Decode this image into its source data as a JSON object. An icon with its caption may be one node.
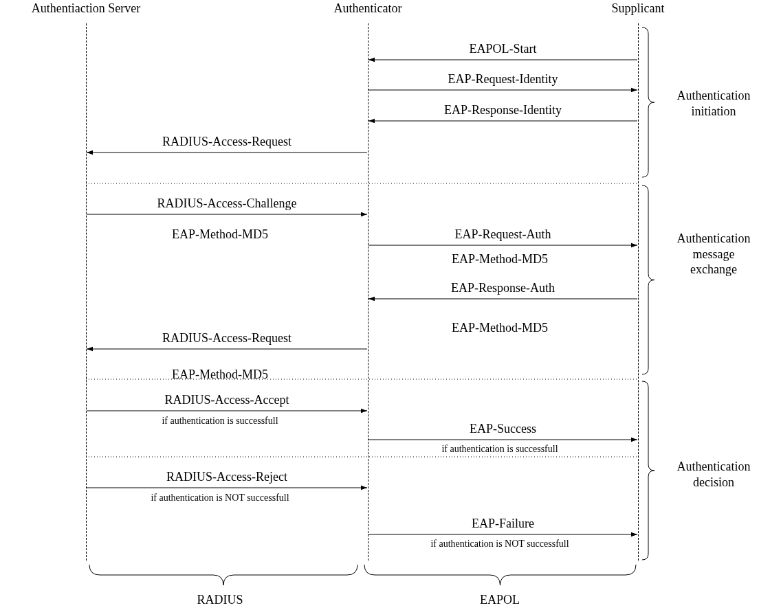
{
  "diagram": {
    "nodes": [
      {
        "text": [],
        "shape": "line",
        "beside": [
          "Authentiaction Server"
        ]
      },
      {
        "text": [],
        "shape": "line",
        "beside": [
          "Authenticator"
        ]
      },
      {
        "text": [],
        "shape": "line",
        "beside": [
          "Supplicant"
        ]
      }
    ],
    "edges": [
      {
        "from": 2,
        "to": 1,
        "arrow": "to",
        "label": "EAPOL-Start"
      },
      {
        "from": 1,
        "to": 2,
        "arrow": "to",
        "label": "EAP-Request-Identity"
      },
      {
        "from": 2,
        "to": 1,
        "arrow": "to",
        "label": "EAP-Response-Identity"
      },
      {
        "from": 1,
        "to": 0,
        "arrow": "to",
        "label": "RADIUS-Access-Request"
      },
      {
        "from": 0,
        "to": 1,
        "arrow": "to",
        "label": "RADIUS-Access-Challenge"
      },
      {
        "from": 1,
        "to": 2,
        "arrow": "to",
        "label": "EAP-Request-Auth"
      },
      {
        "from": 2,
        "to": 1,
        "arrow": "to",
        "label": "EAP-Response-Auth"
      },
      {
        "from": 1,
        "to": 0,
        "arrow": "to",
        "label": "RADIUS-Access-Request"
      },
      {
        "from": 0,
        "to": 1,
        "arrow": "to",
        "label": "RADIUS-Access-Accept"
      },
      {
        "from": 1,
        "to": 2,
        "arrow": "to",
        "label": "EAP-Success"
      },
      {
        "from": 0,
        "to": 1,
        "arrow": "to",
        "label": "RADIUS-Access-Reject"
      },
      {
        "from": 1,
        "to": 2,
        "arrow": "to",
        "label": "EAP-Failure"
      }
    ],
    "labels": [
      "EAP-Method-MD5",
      "EAP-Method-MD5",
      "EAP-Method-MD5",
      "EAP-Method-MD5",
      "if authentication is successfull",
      "if authentication is successfull",
      "if authentication is NOT successfull",
      "if authentication is NOT successfull",
      "Authentication initiation",
      "Authentication message exchange",
      "Authentication decision",
      "RADIUS",
      "EAPOL"
    ]
  }
}
